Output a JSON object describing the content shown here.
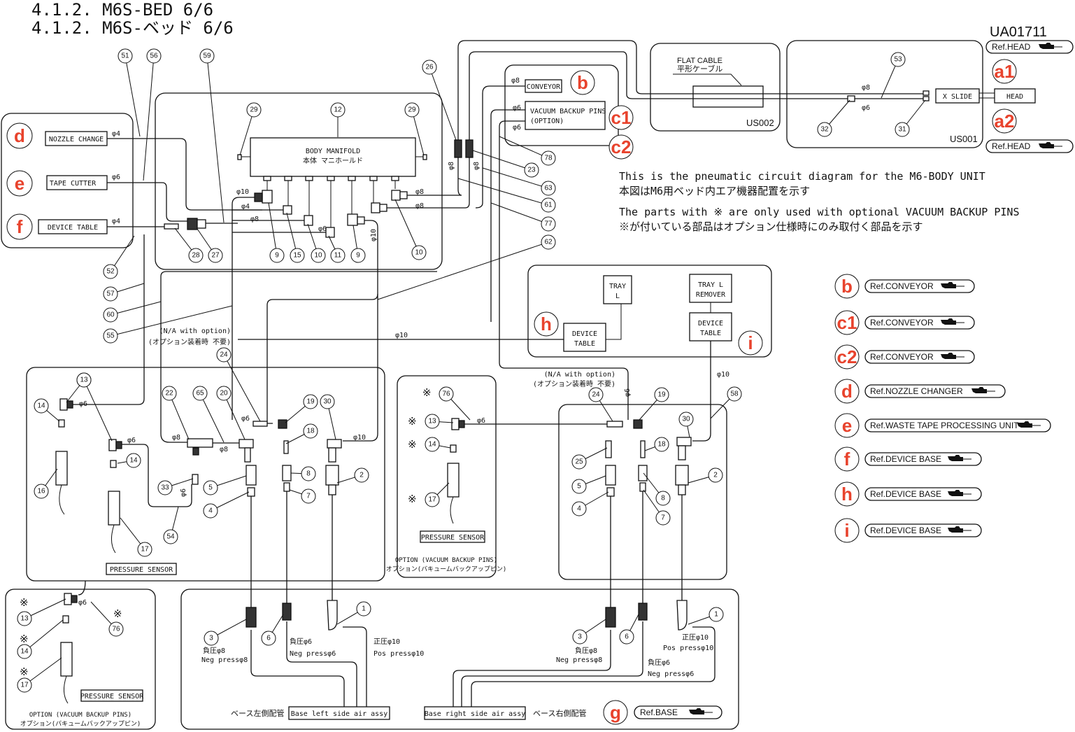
{
  "header": {
    "title_en": "4.1.2.  M6S-BED 6/6",
    "title_jp": "4.1.2.  M6S-ベッド 6/6",
    "doc_id": "UA01711"
  },
  "notes": {
    "line1_en": "This is the pneumatic circuit diagram for the M6-BODY UNIT",
    "line1_jp": "本図はM6用ベッド内エア機器配置を示す",
    "line2_en": "The parts with ※ are only used with optional VACUUM BACKUP PINS",
    "line2_jp": "※が付いている部品はオプション仕様時にのみ取付く部品を示す"
  },
  "refs": [
    {
      "letter": "b",
      "label": "Ref.CONVEYOR"
    },
    {
      "letter": "c1",
      "label": "Ref.CONVEYOR"
    },
    {
      "letter": "c2",
      "label": "Ref.CONVEYOR"
    },
    {
      "letter": "d",
      "label": "Ref.NOZZLE CHANGER"
    },
    {
      "letter": "e",
      "label": "Ref.WASTE TAPE PROCESSING UNIT"
    },
    {
      "letter": "f",
      "label": "Ref.DEVICE BASE"
    },
    {
      "letter": "h",
      "label": "Ref.DEVICE BASE"
    },
    {
      "letter": "i",
      "label": "Ref.DEVICE BASE"
    }
  ],
  "head_refs": {
    "top": "Ref.HEAD",
    "bottom": "Ref.HEAD",
    "a1": "a1",
    "a2": "a2",
    "head_label": "HEAD",
    "x_slide_label": "X SLIDE",
    "us001": "US001",
    "us002": "US002",
    "flat_cable_en": "FLAT CABLE",
    "flat_cable_jp": "平形ケーブル"
  },
  "left_panel": {
    "items": [
      {
        "letter": "d",
        "label": "NOZZLE CHANGE",
        "dia": "φ4"
      },
      {
        "letter": "e",
        "label": "TAPE CUTTER",
        "dia": "φ6"
      },
      {
        "letter": "f",
        "label": "DEVICE TABLE",
        "dia": "φ4"
      }
    ]
  },
  "manifold": {
    "label_en": "BODY MANIFOLD",
    "label_jp": "本体 マニホールド"
  },
  "conveyor_panel": {
    "letter_b": "b",
    "letter_c1": "c1",
    "letter_c2": "c2",
    "conveyor": "CONVEYOR",
    "vacuum_line1": "VACUUM BACKUP PINS",
    "vacuum_line2": "(OPTION)"
  },
  "device_panel": {
    "letter_h": "h",
    "letter_i": "i",
    "tray_l_1": "TRAY",
    "tray_l_2": "L",
    "tray_rem_1": "TRAY L",
    "tray_rem_2": "REMOVER",
    "dt_1": "DEVICE",
    "dt_2": "TABLE"
  },
  "dims": {
    "d4": "φ4",
    "d6": "φ6",
    "d8": "φ8",
    "d10": "φ10"
  },
  "na_option": {
    "en": "(N/A with option)",
    "jp": "(オプション装着時 不要)"
  },
  "sensor": {
    "label": "PRESSURE SENSOR",
    "option_en": "OPTION (VACUUM BACKUP PINS)",
    "option_jp": "オプション(バキュームバックアップピン)",
    "mark": "※"
  },
  "base": {
    "left_label": "Base left side air assy",
    "left_jp": "ベース左側配管",
    "right_label": "Base right side air assy",
    "right_jp": "ベース右側配管",
    "neg8_jp": "負圧φ8",
    "neg8_en": "Neg pressφ8",
    "neg6_jp": "負圧φ6",
    "neg6_en": "Neg pressφ6",
    "pos10_jp": "正圧φ10",
    "pos10_en": "Pos pressφ10",
    "letter_g": "g",
    "ref_base": "Ref.BASE"
  },
  "balloons": {
    "b51": "51",
    "b56": "56",
    "b59": "59",
    "b29": "29",
    "b12": "12",
    "b26": "26",
    "b9": "9",
    "b15": "15",
    "b10": "10",
    "b11": "11",
    "b27": "27",
    "b28": "28",
    "b52": "52",
    "b57": "57",
    "b60": "60",
    "b55": "55",
    "b78": "78",
    "b23": "23",
    "b63": "63",
    "b61": "61",
    "b77": "77",
    "b62": "62",
    "b53": "53",
    "b32": "32",
    "b31": "31",
    "b13": "13",
    "b14": "14",
    "b16": "16",
    "b17": "17",
    "b22": "22",
    "b65": "65",
    "b20": "20",
    "b24": "24",
    "b19": "19",
    "b30": "30",
    "b18": "18",
    "b8": "8",
    "b2": "2",
    "b5": "5",
    "b4": "4",
    "b7": "7",
    "b33": "33",
    "b54": "54",
    "b76": "76",
    "b25": "25",
    "b58": "58",
    "b3": "3",
    "b6": "6",
    "b1": "1"
  }
}
